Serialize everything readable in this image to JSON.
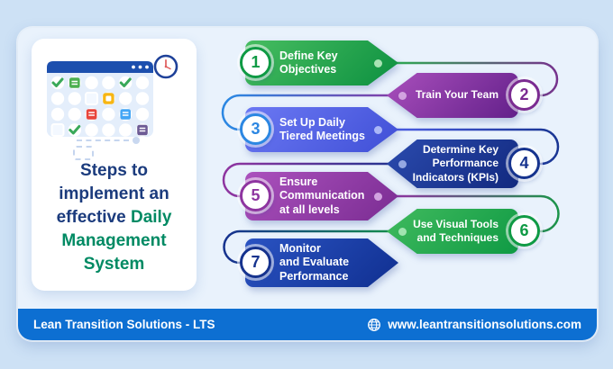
{
  "colors": {
    "background": "#cde1f5",
    "card": "#e9f2fc",
    "footer_bar": "#0d6fd2",
    "title_navy": "#1b3b7d",
    "title_green": "#008a63",
    "banner_text": "#ffffff"
  },
  "panel": {
    "illustration": "calendar-with-clock",
    "title_lines": [
      {
        "navy": "Steps to",
        "green": ""
      },
      {
        "navy": "implement an",
        "green": ""
      },
      {
        "navy": "effective ",
        "green": "Daily"
      },
      {
        "navy": "",
        "green": "Management"
      },
      {
        "navy": "",
        "green": "System"
      }
    ]
  },
  "steps": [
    {
      "number": "1",
      "label": "Define Key\nObjectives",
      "accent": "#0f9a44",
      "gradient": [
        "#47bd60",
        "#0c9040"
      ],
      "dot": "#a9e3b4"
    },
    {
      "number": "2",
      "label": "Train Your Team",
      "accent": "#7b2b91",
      "gradient": [
        "#a94fbc",
        "#63208a"
      ],
      "dot": "#d2a3e0"
    },
    {
      "number": "3",
      "label": "Set Up Daily\nTiered Meetings",
      "accent": "#2c87e2",
      "gradient": [
        "#6b78f3",
        "#3f4fd6"
      ],
      "dot": "#aab7f7"
    },
    {
      "number": "4",
      "label": "Determine Key\nPerformance\nIndicators (KPIs)",
      "accent": "#16338e",
      "gradient": [
        "#2b4bae",
        "#12297f"
      ],
      "dot": "#94a8e2"
    },
    {
      "number": "5",
      "label": "Ensure\nCommunication\nat all levels",
      "accent": "#8e35a0",
      "gradient": [
        "#ab51bd",
        "#7a2c92"
      ],
      "dot": "#d2a3e0"
    },
    {
      "number": "6",
      "label": "Use Visual Tools\nand Techniques",
      "accent": "#0f9a44",
      "gradient": [
        "#40ba5e",
        "#0f9a44"
      ],
      "dot": "#a0e4b0"
    },
    {
      "number": "7",
      "label": "Monitor\nand Evaluate\nPerformance",
      "accent": "#16338e",
      "gradient": [
        "#2a53c2",
        "#102f90"
      ],
      "dot": ""
    }
  ],
  "connectors": [
    {
      "from": "#2fa852",
      "to": "#7b2b91"
    },
    {
      "from": "#8e35a0",
      "to": "#2c87e2"
    },
    {
      "from": "#4a5ce0",
      "to": "#16338e"
    },
    {
      "from": "#16338e",
      "to": "#8e35a0"
    },
    {
      "from": "#8e35a0",
      "to": "#149a44"
    },
    {
      "from": "#149a44",
      "to": "#16338e"
    }
  ],
  "footer": {
    "company": "Lean Transition Solutions - LTS",
    "website": "www.leantransitionsolutions.com",
    "icon": "globe-icon"
  }
}
